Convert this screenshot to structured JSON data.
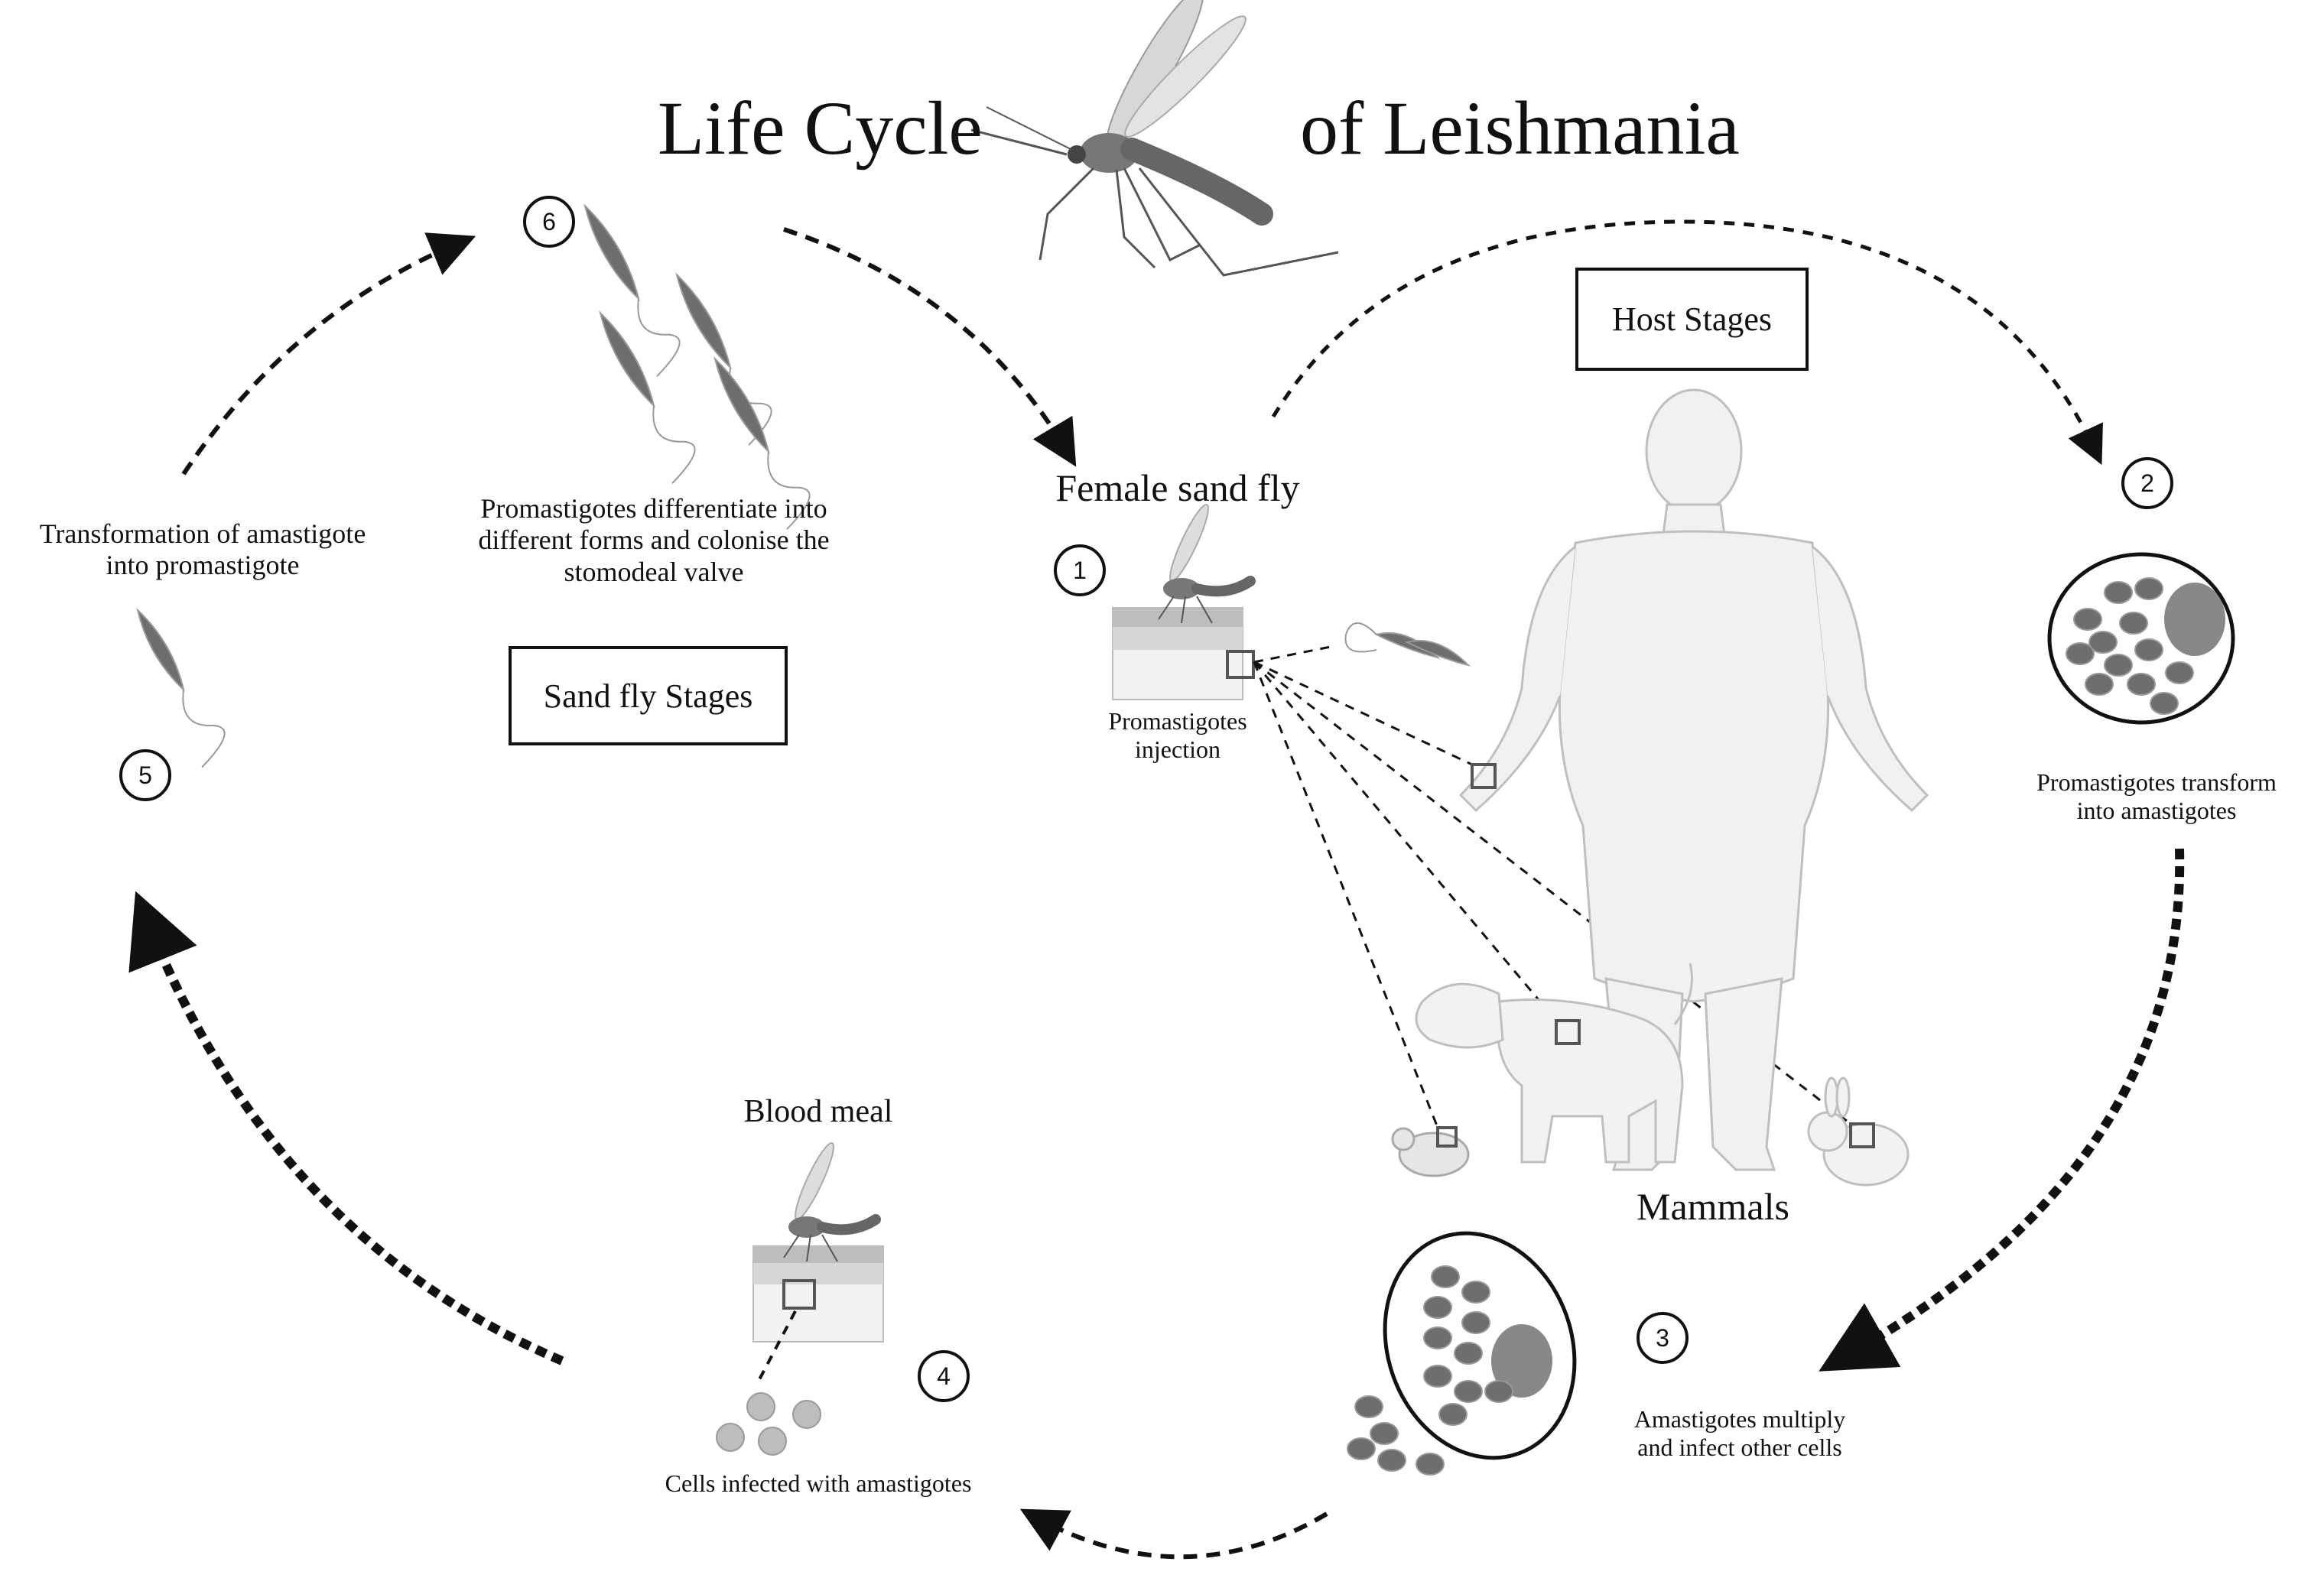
{
  "title": {
    "left": "Life Cycle",
    "right": "of Leishmania"
  },
  "boxes": {
    "host_stages": "Host Stages",
    "sandfly_stages": "Sand fly Stages"
  },
  "labels": {
    "female_sand_fly": "Female sand fly",
    "promastigotes_injection": [
      "Promastigotes",
      "injection"
    ],
    "promastigotes_transform": [
      "Promastigotes transform",
      "into amastigotes"
    ],
    "mammals": "Mammals",
    "amastigotes_multiply": [
      "Amastigotes multiply",
      "and infect other cells"
    ],
    "blood_meal": "Blood meal",
    "cells_infected": "Cells infected with amastigotes",
    "transformation": [
      "Transformation of amastigote",
      "into promastigote"
    ],
    "promastigotes_differentiate": [
      "Promastigotes differentiate into",
      "different forms and colonise the",
      "stomodeal valve"
    ]
  },
  "steps": [
    "1",
    "2",
    "3",
    "4",
    "5",
    "6"
  ],
  "colors": {
    "ink": "#111111",
    "parasite": "#6e6e6e",
    "nucleus": "#8a8a8a",
    "skin_light": "#ececec",
    "cell_fill": "#ffffff"
  }
}
